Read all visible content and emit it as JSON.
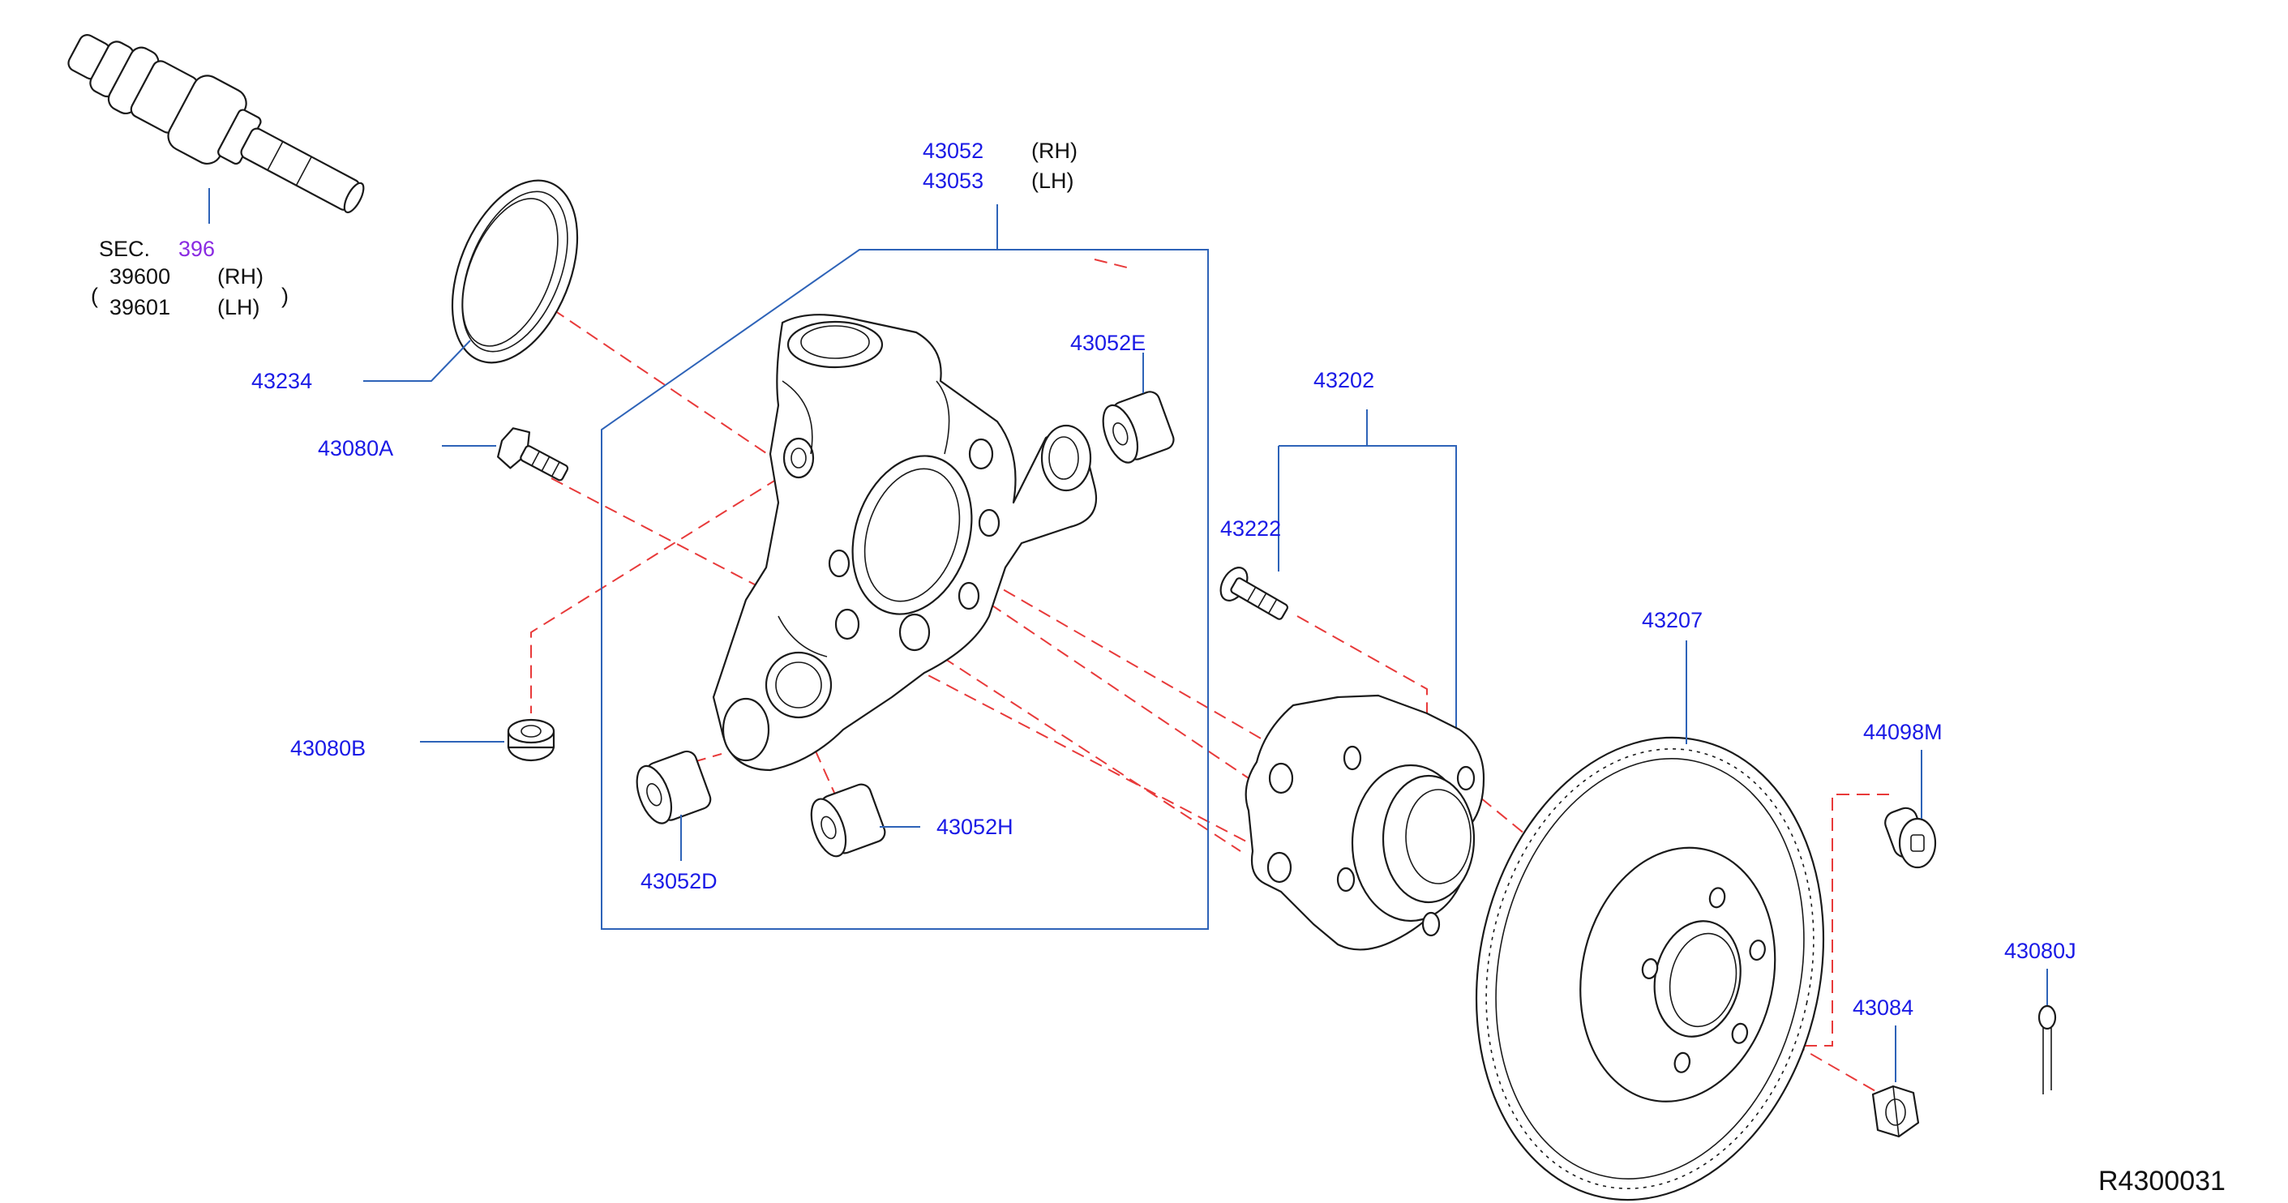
{
  "colors": {
    "part_number": "#1a1ae6",
    "section_ref": "#8a2be2",
    "leader_line": "#2e63b8",
    "assembly_path": "#e83a3a",
    "line_art": "#1a1a1a"
  },
  "section": {
    "prefix": "SEC.",
    "number": "396",
    "rh_part": "39600",
    "rh_side": "(RH)",
    "lh_part": "39601",
    "lh_side": "(LH)"
  },
  "knuckle": {
    "rh_part": "43052",
    "rh_side": "(RH)",
    "lh_part": "43053",
    "lh_side": "(LH)"
  },
  "labels": {
    "seal": "43234",
    "bolt_a": "43080A",
    "nut_b": "43080B",
    "bushing_e": "43052E",
    "bushing_d": "43052D",
    "bushing_h": "43052H",
    "hub_assembly": "43202",
    "hub_bolt": "43222",
    "rotor": "43207",
    "plug": "44098M",
    "hub_nut": "43084",
    "cotter_pin": "43080J"
  },
  "diagram_code": "R4300031"
}
